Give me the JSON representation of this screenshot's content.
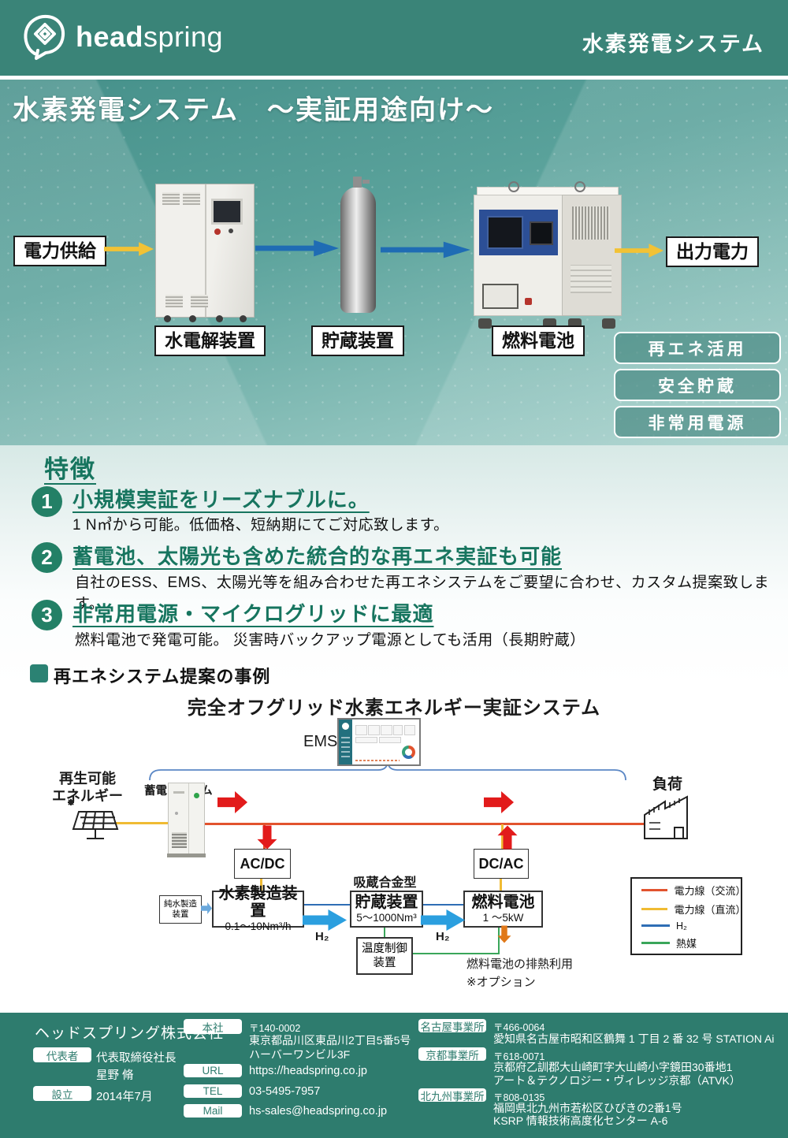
{
  "header": {
    "logo_bold": "head",
    "logo_light": "spring",
    "product": "水素発電システム"
  },
  "hero": {
    "title": "水素発電システム　～実証用途向け～",
    "flow": {
      "input_label": "電力供給",
      "electrolyzer_label": "水電解装置",
      "storage_label": "貯蔵装置",
      "fuelcell_label": "燃料電池",
      "output_label": "出力電力"
    },
    "badges": [
      "再エネ活用",
      "安全貯蔵",
      "非常用電源"
    ]
  },
  "features": {
    "heading": "特徴",
    "items": [
      {
        "num": "1",
        "title": "小規模実証をリーズナブルに。",
        "desc": "1 N㎥から可能。低価格、短納期にてご対応致します。"
      },
      {
        "num": "2",
        "title": "蓄電池、太陽光も含めた統合的な再エネ実証も可能",
        "desc": "自社のESS、EMS、太陽光等を組み合わせた再エネシステムをご要望に合わせ、カスタム提案致します。"
      },
      {
        "num": "3",
        "title": "非常用電源・マイクログリッドに最適",
        "desc": "燃料電池で発電可能。 災害時バックアップ電源としても活用（長期貯蔵）"
      }
    ],
    "case_heading": "再エネシステム提案の事例"
  },
  "diagram": {
    "title": "完全オフグリッド水素エネルギー実証システム",
    "ems_label": "EMS",
    "renewable_line1": "再生可能",
    "renewable_line2": "エネルギー",
    "battery_label": "蓄電システム",
    "load_label": "負荷",
    "acdc_label": "AC/DC",
    "dcac_label": "DC/AC",
    "pure_water_line1": "純水製造",
    "pure_water_line2": "装置",
    "h2_production_name": "水素製造装置",
    "h2_production_spec": "0.1～10Nm³/h",
    "storage_type": "吸蔵合金型",
    "storage_name": "貯蔵装置",
    "storage_spec": "5～1000Nm³",
    "fuelcell_name": "燃料電池",
    "fuelcell_spec": "1 ～5kW",
    "h2_label": "H₂",
    "temp_control_line1": "温度制御",
    "temp_control_line2": "装置",
    "exhaust_note_line1": "燃料電池の排熱利用",
    "exhaust_note_line2": "※オプション",
    "legend": [
      {
        "color": "#e2532e",
        "label": "電力線（交流）"
      },
      {
        "color": "#f0bb33",
        "label": "電力線（直流）"
      },
      {
        "color": "#2f6eb5",
        "label": "H₂"
      },
      {
        "color": "#3aa65a",
        "label": "熱媒"
      }
    ]
  },
  "footer": {
    "company": "ヘッドスプリング株式会社",
    "rep_badge": "代表者",
    "rep_title": "代表取締役社長",
    "rep_name": "星野 脩",
    "est_badge": "設立",
    "est_value": "2014年7月",
    "hq_badge": "本社",
    "hq_postal": "〒140-0002",
    "hq_line1": "東京都品川区東品川2丁目5番5号",
    "hq_line2": "ハーバーワンビル3F",
    "url_badge": "URL",
    "url_value": "https://headspring.co.jp",
    "tel_badge": "TEL",
    "tel_value": "03-5495-7957",
    "mail_badge": "Mail",
    "mail_value": "hs-sales@headspring.co.jp",
    "offices": [
      {
        "badge": "名古屋事業所",
        "postal": "〒466-0064",
        "line1": "愛知県名古屋市昭和区鶴舞 1 丁目 2 番 32 号 STATION Ai",
        "line2": ""
      },
      {
        "badge": "京都事業所",
        "postal": "〒618-0071",
        "line1": "京都府乙訓郡大山崎町字大山崎小字鏡田30番地1",
        "line2": "アート＆テクノロジー・ヴィレッジ京都（ATVK）"
      },
      {
        "badge": "北九州事業所",
        "postal": "〒808-0135",
        "line1": "福岡県北九州市若松区ひびきの2番1号",
        "line2": "KSRP 情報技術高度化センター A-6"
      }
    ]
  }
}
